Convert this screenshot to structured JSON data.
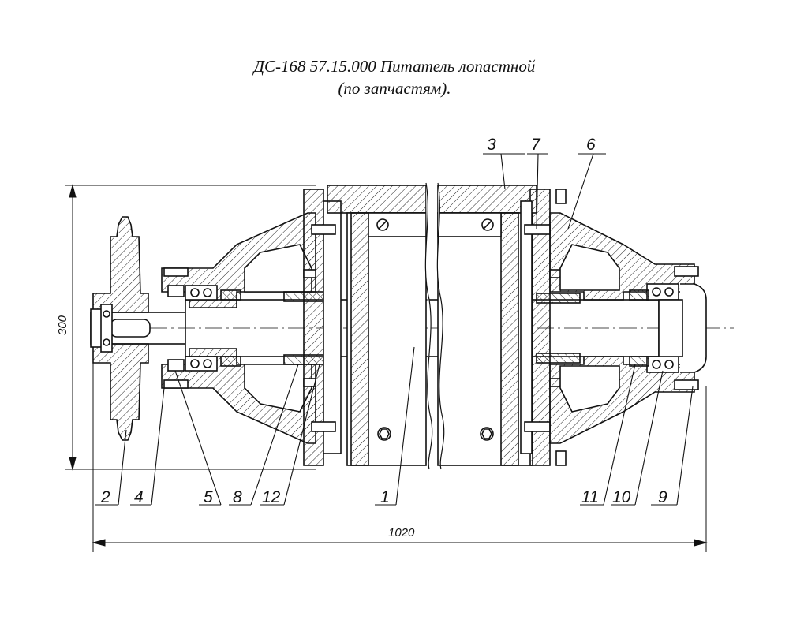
{
  "title": {
    "line1": "ДС-168 57.15.000 Питатель лопастной",
    "line2": "(по запчастям)."
  },
  "dimensions": {
    "height": "300",
    "length": "1020"
  },
  "callouts": [
    "3",
    "7",
    "6",
    "2",
    "4",
    "5",
    "8",
    "12",
    "1",
    "11",
    "10",
    "9"
  ],
  "colors": {
    "ink": "#111111",
    "paper": "#ffffff"
  }
}
